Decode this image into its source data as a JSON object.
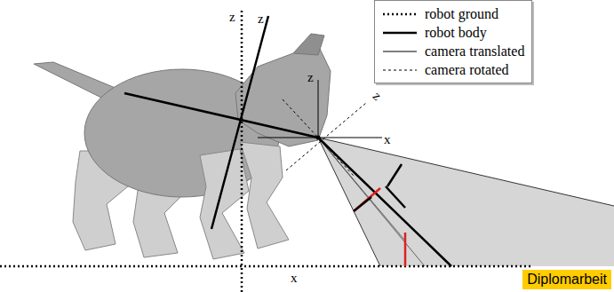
{
  "diagram": {
    "labels": [
      "z",
      "z",
      "z",
      "z",
      "x",
      "x",
      "Diplomarbeit"
    ],
    "legend": [
      {
        "text": "robot ground"
      },
      {
        "text": "robot body"
      },
      {
        "text": "camera translated"
      },
      {
        "text": "camera rotated"
      }
    ]
  }
}
